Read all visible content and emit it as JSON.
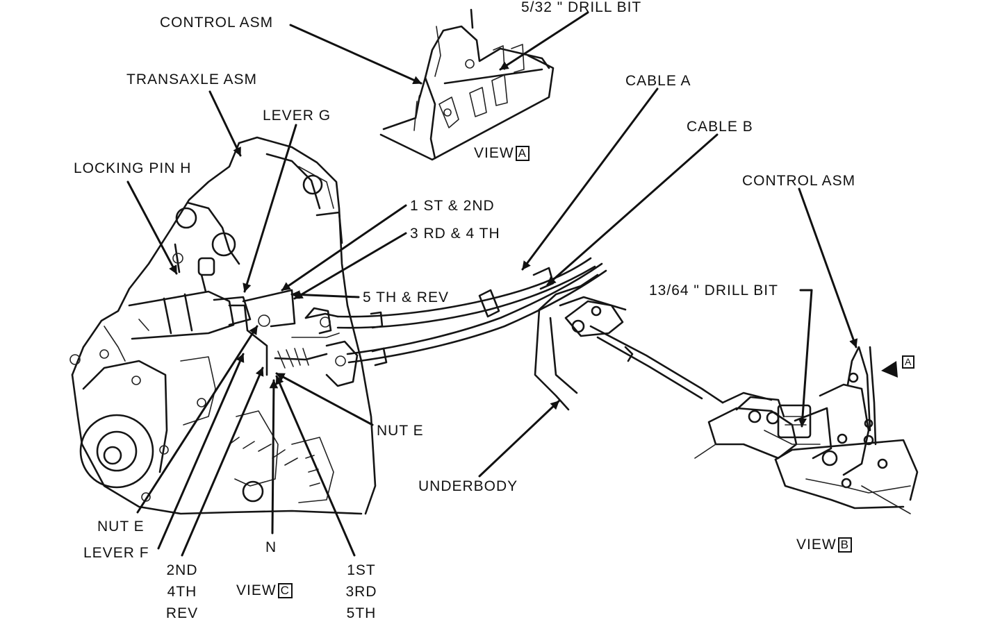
{
  "labels": {
    "control_asm_top": "CONTROL ASM",
    "drill_bit_532": "5/32 \" DRILL BIT",
    "transaxle_asm": "TRANSAXLE ASM",
    "lever_g": "LEVER G",
    "locking_pin_h": "LOCKING PIN H",
    "cable_a": "CABLE A",
    "cable_b": "CABLE B",
    "control_asm_right": "CONTROL ASM",
    "first_second": "1 ST & 2ND",
    "third_fourth": "3 RD & 4 TH",
    "fifth_rev": "5 TH & REV",
    "drill_bit_1364": "13/64 \" DRILL BIT",
    "nut_e_right": "NUT E",
    "underbody": "UNDERBODY",
    "nut_e_left": "NUT E",
    "lever_f": "LEVER F",
    "neutral": "N",
    "view_word_a": "VIEW",
    "view_letter_a": "A",
    "view_word_b": "VIEW",
    "view_letter_b": "B",
    "view_word_c": "VIEW",
    "view_letter_c": "C",
    "arrow_tag_a": "A",
    "gates_left": [
      "2ND",
      "4TH",
      "REV"
    ],
    "gates_right": [
      "1ST",
      "3RD",
      "5TH"
    ]
  }
}
